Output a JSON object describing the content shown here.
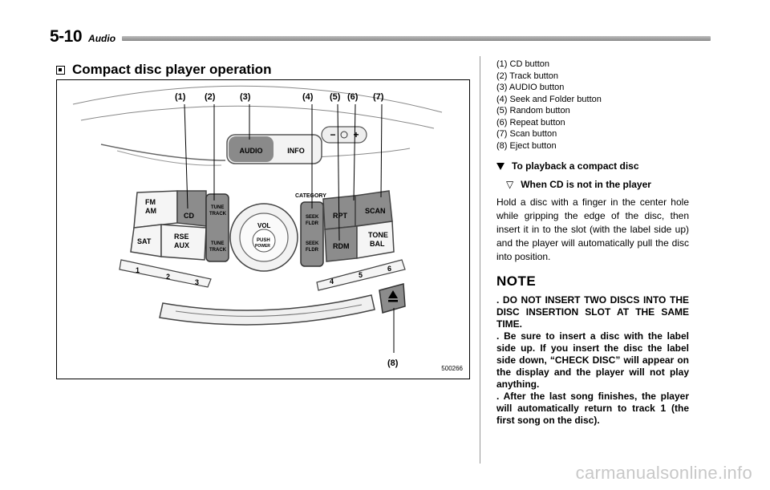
{
  "header": {
    "page_number": "5-10",
    "section": "Audio"
  },
  "section_title": "Compact disc player operation",
  "figure": {
    "id": "500266",
    "callouts": [
      "(1)",
      "(2)",
      "(3)",
      "(4)",
      "(5)",
      "(6)",
      "(7)",
      "(8)"
    ],
    "panel_labels": {
      "audio": "AUDIO",
      "info": "INFO",
      "category": "CATEGORY",
      "fm": "FM",
      "am": "AM",
      "cd": "CD",
      "sat": "SAT",
      "rse": "RSE",
      "aux": "AUX",
      "tune": "TUNE",
      "track": "TRACK",
      "vol": "VOL",
      "push": "PUSH",
      "power": "POWER",
      "seek": "SEEK",
      "fldr": "FLDR",
      "rpt": "RPT",
      "rdm": "RDM",
      "scan": "SCAN",
      "tone": "TONE",
      "bal": "BAL",
      "presets": [
        "1",
        "2",
        "3",
        "4",
        "5",
        "6"
      ]
    }
  },
  "legend": [
    "(1) CD button",
    "(2) Track button",
    "(3) AUDIO button",
    "(4) Seek and Folder button",
    "(5) Random button",
    "(6) Repeat button",
    "(7) Scan button",
    "(8) Eject button"
  ],
  "subheading": "To playback a compact disc",
  "subsubheading": "When CD is not in the player",
  "body": "Hold a disc with a finger in the center hole while gripping the edge of the disc, then insert it in to the slot (with the label side up) and the player will automatically pull the disc into position.",
  "note": {
    "heading": "NOTE",
    "items": [
      ". DO NOT INSERT TWO DISCS INTO THE DISC INSERTION SLOT AT THE SAME TIME.",
      ". Be sure to insert a disc with the label side up. If you insert the disc the label side down, “CHECK DISC” will appear on the display and the player will not play anything.",
      ". After the last song finishes, the player will automatically return to track 1 (the first song on the disc)."
    ]
  },
  "watermark": "carmanualsonline.info"
}
